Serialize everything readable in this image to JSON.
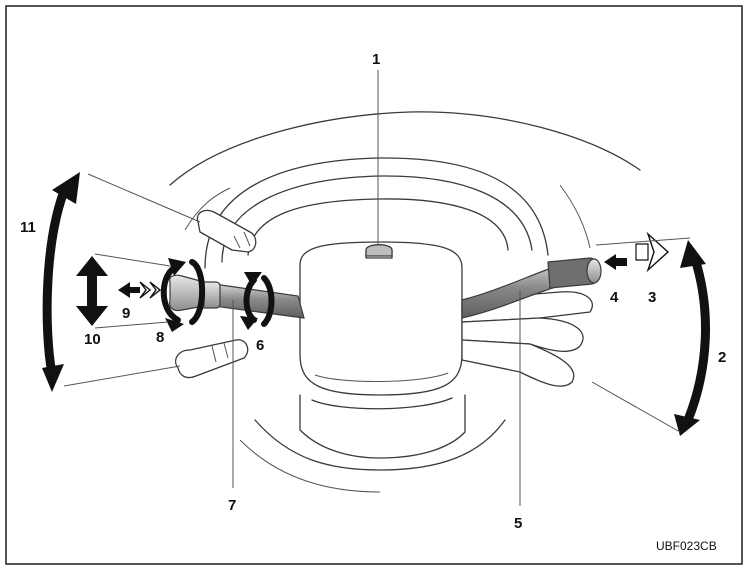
{
  "labels": {
    "l1": "1",
    "l2": "2",
    "l3": "3",
    "l4": "4",
    "l5": "5",
    "l6": "6",
    "l7": "7",
    "l8": "8",
    "l9": "9",
    "l10": "10",
    "l11": "11"
  },
  "figure_code": "UBF023CB"
}
